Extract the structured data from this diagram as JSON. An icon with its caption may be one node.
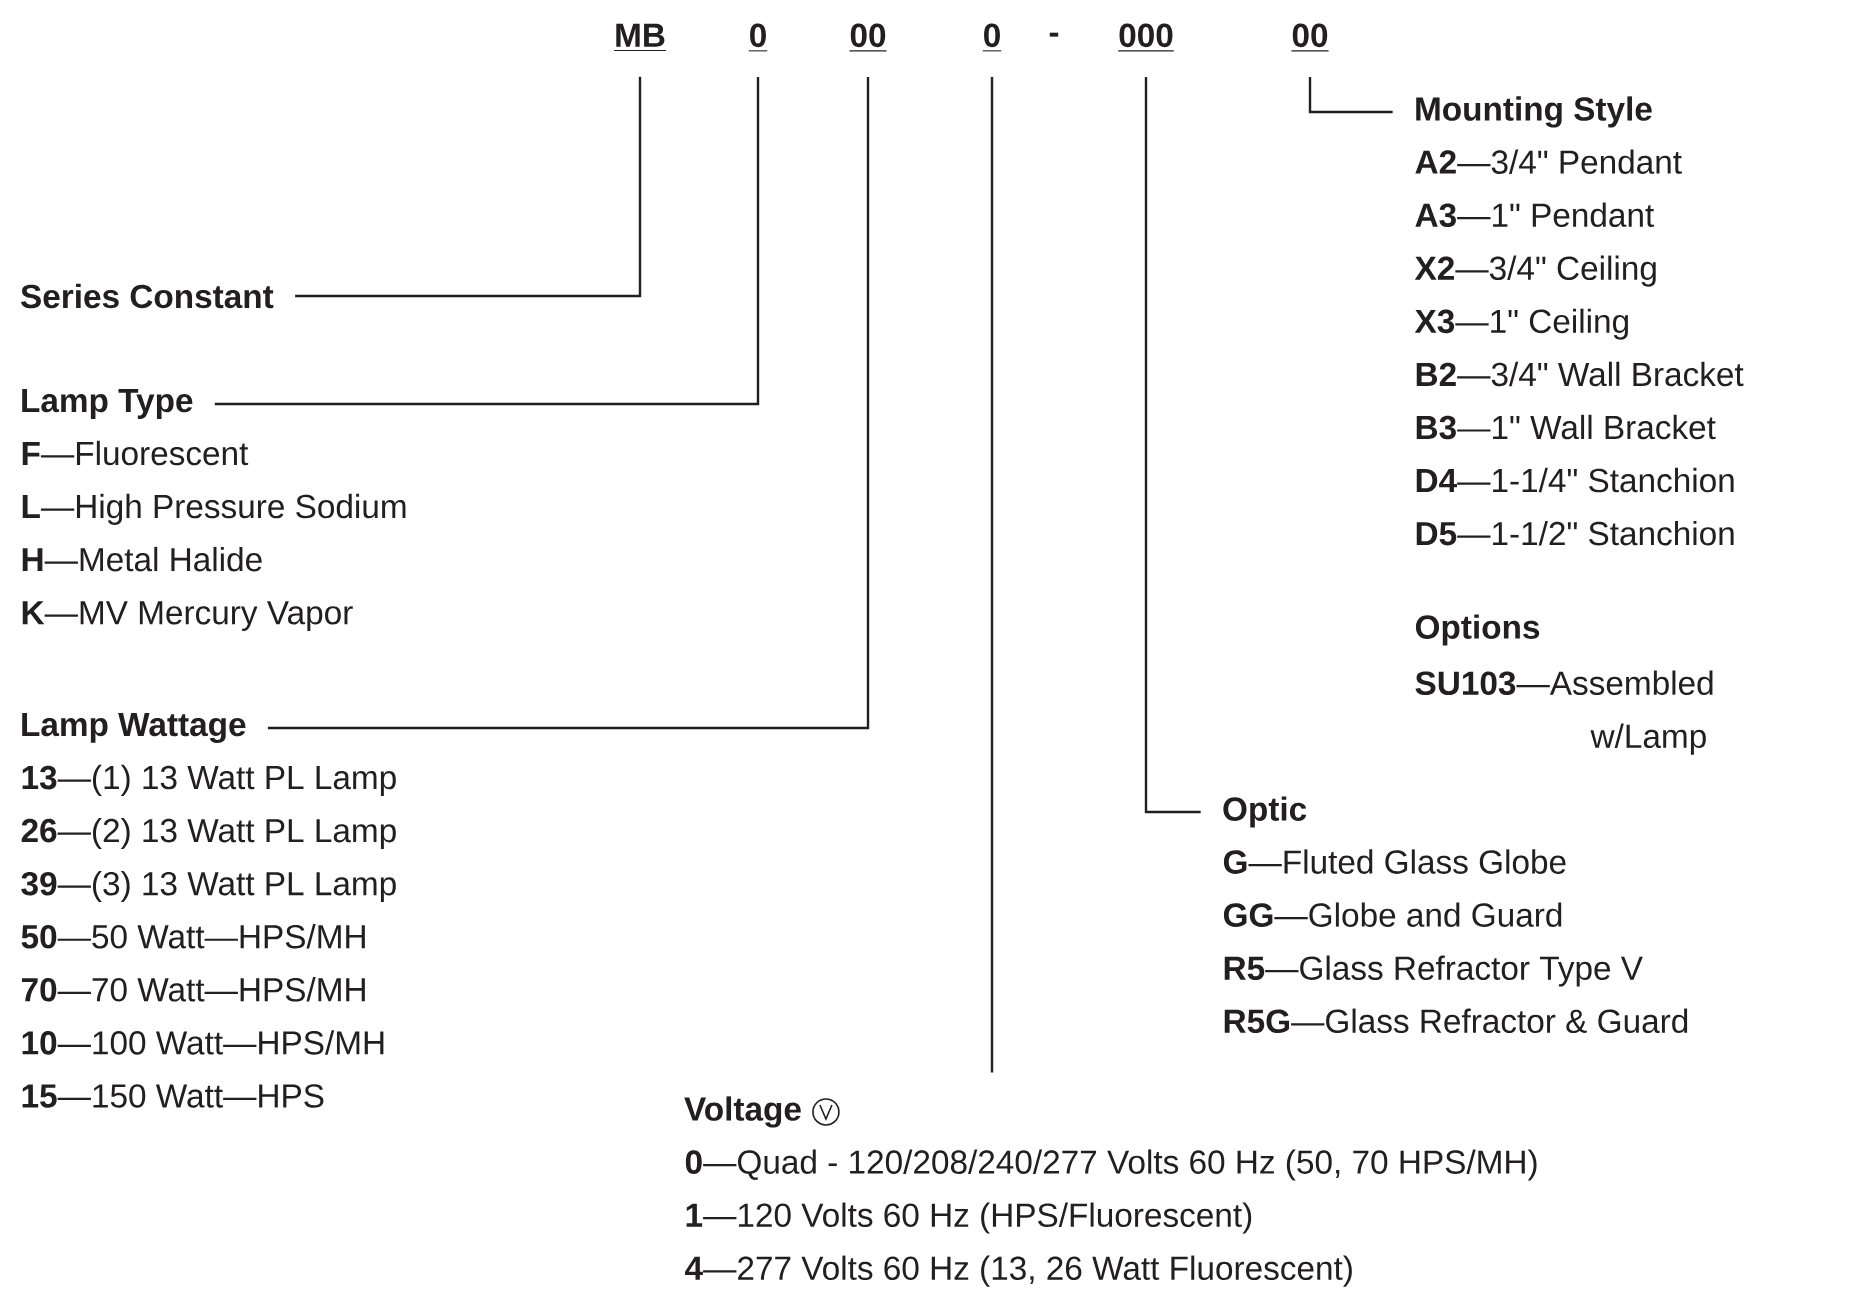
{
  "diagram": {
    "nodes": [
      {
        "text": [
          "MB"
        ]
      },
      {
        "text": [
          "0"
        ]
      },
      {
        "text": [
          "00"
        ]
      },
      {
        "text": [
          "0"
        ]
      },
      {
        "text": [
          "000"
        ]
      },
      {
        "text": [
          "00"
        ]
      },
      {
        "text": [
          "Series Constant"
        ]
      },
      {
        "text": [
          "Lamp Type",
          "**F**—Fluorescent",
          "**L**—High Pressure Sodium",
          "**H**—Metal Halide",
          "**K**—MV Mercury Vapor"
        ]
      },
      {
        "text": [
          "Lamp Wattage",
          "**13**—(1) 13 Watt PL Lamp",
          "**26**—(2) 13 Watt PL Lamp",
          "**39**—(3) 13 Watt PL Lamp",
          "**50**—50 Watt—HPS/MH",
          "**70**—70 Watt—HPS/MH",
          "**10**—100 Watt—HPS/MH",
          "**15**—150 Watt—HPS"
        ]
      },
      {
        "text": [
          "Voltage",
          "**0**—Quad - 120/208/240/277 Volts 60 Hz (50, 70 HPS/MH)",
          "**1**—120 Volts 60 Hz (HPS/Fluorescent)",
          "**4**—277 Volts 60 Hz (13, 26 Watt Fluorescent)"
        ]
      },
      {
        "text": [
          "Optic",
          "**G**—Fluted Glass Globe",
          "**GG**—Globe and Guard",
          "**R5**—Glass Refractor Type V",
          "**R5G**—Glass Refractor & Guard"
        ]
      },
      {
        "text": [
          "Mounting Style",
          "**A2**—3/4\" Pendant",
          "**A3**—1\" Pendant",
          "**X2**—3/4\" Ceiling",
          "**X3**—1\" Ceiling",
          "**B2**—3/4\" Wall Bracket",
          "**B3**—1\" Wall Bracket",
          "**D4**—1-1/4\" Stanchion",
          "**D5**—1-1/2\" Stanchion"
        ]
      }
    ],
    "edges": [
      {
        "from": 0,
        "to": 6,
        "arrow": "none"
      },
      {
        "from": 1,
        "to": 7,
        "arrow": "none"
      },
      {
        "from": 2,
        "to": 8,
        "arrow": "none"
      },
      {
        "from": 3,
        "to": 9,
        "arrow": "none"
      },
      {
        "from": 4,
        "to": 10,
        "arrow": "none"
      },
      {
        "from": 5,
        "to": 11,
        "arrow": "none"
      }
    ],
    "labels": [
      "-",
      "Options",
      "**SU103**—Assembled w/Lamp"
    ]
  }
}
